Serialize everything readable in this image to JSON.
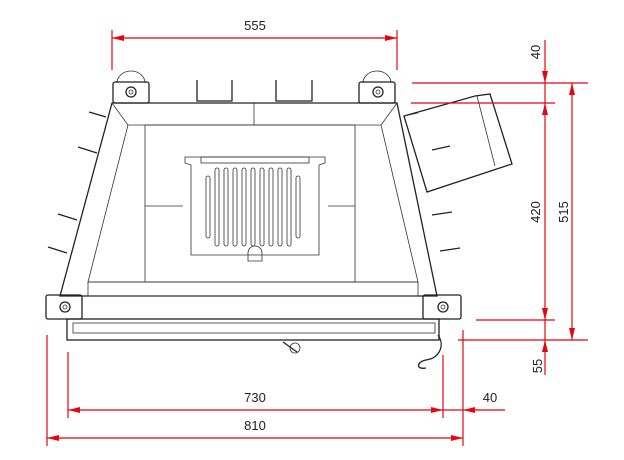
{
  "drawing": {
    "title": "Fireplace insert front view with dimensions",
    "line_color": "#222222",
    "dimension_color": "#e30613"
  },
  "dimensions": {
    "top_width": "555",
    "top_offset": "40",
    "inner_height": "420",
    "total_height": "515",
    "bottom_offset": "55",
    "inner_width": "730",
    "total_width": "810",
    "side_offset": "40"
  }
}
